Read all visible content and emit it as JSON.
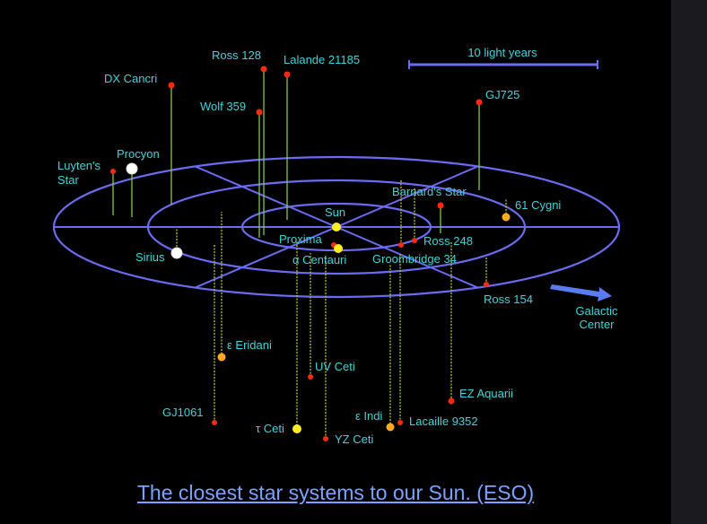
{
  "scale_bar": {
    "label": "10 light years"
  },
  "galactic_center_label": [
    "Galactic",
    "Center"
  ],
  "caption": "The closest star systems to our Sun. (ESO)",
  "colors": {
    "background": "#000000",
    "orbit_lines": "#6b6bf2",
    "label_text": "#3fd3d8",
    "stem_above": "#7fc84a",
    "stem_below": "#b3c820",
    "red_dwarf": "#ff2a10",
    "yellow_star": "#ffee22",
    "orange_star": "#ffaa22",
    "white_star": "#ffffff",
    "caption_link": "#7da1ff"
  },
  "stars": [
    {
      "id": "ross-128",
      "label": [
        "Ross 128"
      ]
    },
    {
      "id": "lalande-21185",
      "label": [
        "Lalande 21185"
      ]
    },
    {
      "id": "dx-cancri",
      "label": [
        "DX Cancri"
      ]
    },
    {
      "id": "gj725",
      "label": [
        "GJ725"
      ]
    },
    {
      "id": "wolf-359",
      "label": [
        "Wolf 359"
      ]
    },
    {
      "id": "procyon",
      "label": [
        "Procyon"
      ]
    },
    {
      "id": "luytens-star",
      "label": [
        "Luyten's",
        "Star"
      ]
    },
    {
      "id": "barnards-star",
      "label": [
        "Barnard's Star"
      ]
    },
    {
      "id": "61-cygni",
      "label": [
        "61 Cygni"
      ]
    },
    {
      "id": "sun",
      "label": [
        "Sun"
      ]
    },
    {
      "id": "proxima",
      "label": [
        "Proxima"
      ]
    },
    {
      "id": "ross-248",
      "label": [
        "Ross 248"
      ]
    },
    {
      "id": "sirius",
      "label": [
        "Sirius"
      ]
    },
    {
      "id": "alpha-centauri",
      "label": [
        "α Centauri"
      ]
    },
    {
      "id": "groombridge-34",
      "label": [
        "Groombridge 34"
      ]
    },
    {
      "id": "ross-154",
      "label": [
        "Ross 154"
      ]
    },
    {
      "id": "epsilon-eridani",
      "label": [
        "ε Eridani"
      ]
    },
    {
      "id": "uv-ceti",
      "label": [
        "UV Ceti"
      ]
    },
    {
      "id": "ez-aquarii",
      "label": [
        "EZ Aquarii"
      ]
    },
    {
      "id": "gj1061",
      "label": [
        "GJ1061"
      ]
    },
    {
      "id": "epsilon-indi",
      "label": [
        "ε Indi"
      ]
    },
    {
      "id": "lacaille-9352",
      "label": [
        "Lacaille 9352"
      ]
    },
    {
      "id": "tau-ceti",
      "label": [
        "τ Ceti"
      ]
    },
    {
      "id": "yz-ceti",
      "label": [
        "YZ Ceti"
      ]
    }
  ]
}
